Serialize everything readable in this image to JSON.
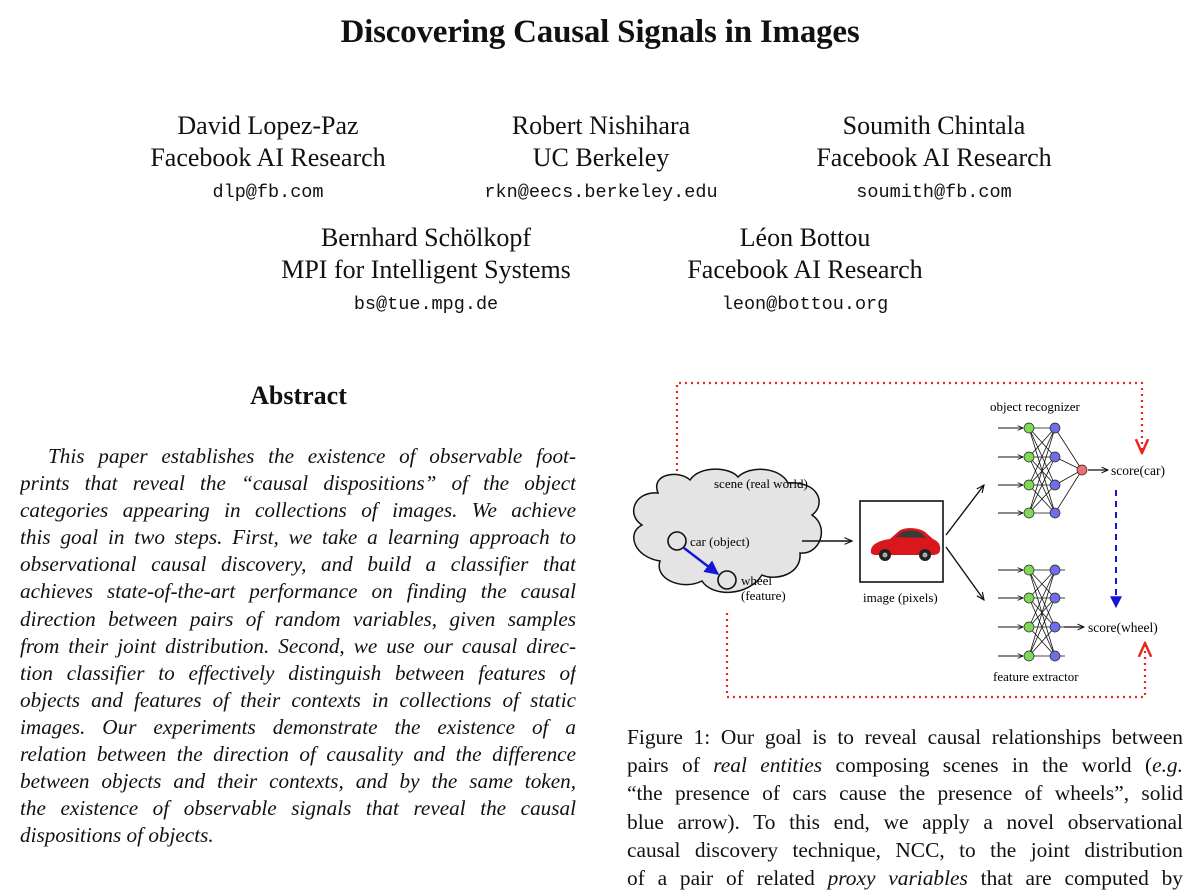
{
  "title": "Discovering Causal Signals in Images",
  "authors": [
    {
      "name": "David Lopez-Paz",
      "affiliation": "Facebook AI Research",
      "email": "dlp@fb.com"
    },
    {
      "name": "Robert Nishihara",
      "affiliation": "UC Berkeley",
      "email": "rkn@eecs.berkeley.edu"
    },
    {
      "name": "Soumith Chintala",
      "affiliation": "Facebook AI Research",
      "email": "soumith@fb.com"
    },
    {
      "name": "Bernhard Schölkopf",
      "affiliation": "MPI for Intelligent Systems",
      "email": "bs@tue.mpg.de"
    },
    {
      "name": "Léon Bottou",
      "affiliation": "Facebook AI Research",
      "email": "leon@bottou.org"
    }
  ],
  "abstract": {
    "heading": "Abstract",
    "lines": [
      "This paper establishes the existence of observable foot-",
      "prints that reveal the “causal dispositions” of the object",
      "categories appearing in collections of images. We achieve",
      "this goal in two steps. First, we take a learning approach to",
      "observational causal discovery, and build a classifier that",
      "achieves state-of-the-art performance on finding the causal",
      "direction between pairs of random variables, given samples",
      "from their joint distribution. Second, we use our causal direc-",
      "tion classifier to effectively distinguish between features of",
      "objects and features of their contexts in collections of static",
      "images.  Our experiments demonstrate the existence of a",
      "relation between the direction of causality and the difference",
      "between objects and their contexts, and by the same token,",
      "the existence of observable signals that reveal the causal",
      "dispositions of objects."
    ]
  },
  "figure": {
    "labels": {
      "scene": "scene (real world)",
      "car_object": "car (object)",
      "wheel": "wheel",
      "feature": "(feature)",
      "image_pixels": "image (pixels)",
      "object_recognizer": "object recognizer",
      "feature_extractor": "feature extractor",
      "score_car": "score(car)",
      "score_wheel": "score(wheel)"
    },
    "colors": {
      "red_dotted": "#e8261d",
      "blue_arrow": "#1515d8",
      "input_node": "#7ed957",
      "hidden_node": "#6e6ee8",
      "output_node": "#ef6f6f",
      "cloud_fill": "#e4e4e4",
      "car_body": "#d9171c"
    }
  },
  "caption": {
    "lines": [
      {
        "parts": [
          {
            "t": "Figure 1: Our goal is to reveal causal relationships between",
            "i": false
          }
        ]
      },
      {
        "parts": [
          {
            "t": "pairs of ",
            "i": false
          },
          {
            "t": "real entities",
            "i": true
          },
          {
            "t": " composing scenes in the world (",
            "i": false
          },
          {
            "t": "e.g.",
            "i": true
          }
        ]
      },
      {
        "parts": [
          {
            "t": "“the presence of cars cause the presence of wheels”, solid",
            "i": false
          }
        ]
      },
      {
        "parts": [
          {
            "t": "blue arrow).  To this end, we apply a novel observational",
            "i": false
          }
        ]
      },
      {
        "parts": [
          {
            "t": "causal discovery technique, NCC, to the joint distribution",
            "i": false
          }
        ]
      },
      {
        "parts": [
          {
            "t": "of a pair of related ",
            "i": false
          },
          {
            "t": "proxy variables",
            "i": true
          },
          {
            "t": " that are computed by",
            "i": false
          }
        ]
      }
    ]
  }
}
